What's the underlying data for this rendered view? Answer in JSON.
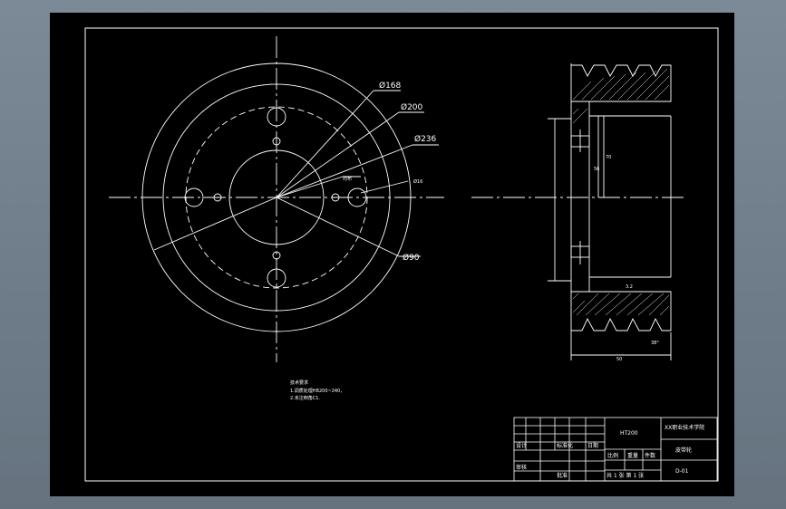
{
  "drawing": {
    "dimensions": {
      "d168": "Ø168",
      "d200": "Ø200",
      "d236": "Ø236",
      "d90": "Ø90",
      "d_hole": "Ø16",
      "hole_note": "均布",
      "side_width": "50",
      "side_height": "70",
      "side_offset": "56",
      "groove_angle": "38°",
      "roughness": "3.2"
    },
    "notes": {
      "title": "技术要求",
      "line1": "1.调质处理HB200~240，",
      "line2": "2.未注倒角C1."
    },
    "title_block": {
      "material": "HT200",
      "university": "XX职业技术学院",
      "part_name": "皮带轮",
      "drawing_no": "D-01",
      "scale_label": "比例",
      "weight_label": "重量",
      "count_label": "件数",
      "sheet_label": "共 1 张  第 1 张",
      "design_label": "设计",
      "check_label": "审核",
      "date_label": "日期",
      "std_label": "标准化",
      "approve_label": "批准"
    }
  }
}
